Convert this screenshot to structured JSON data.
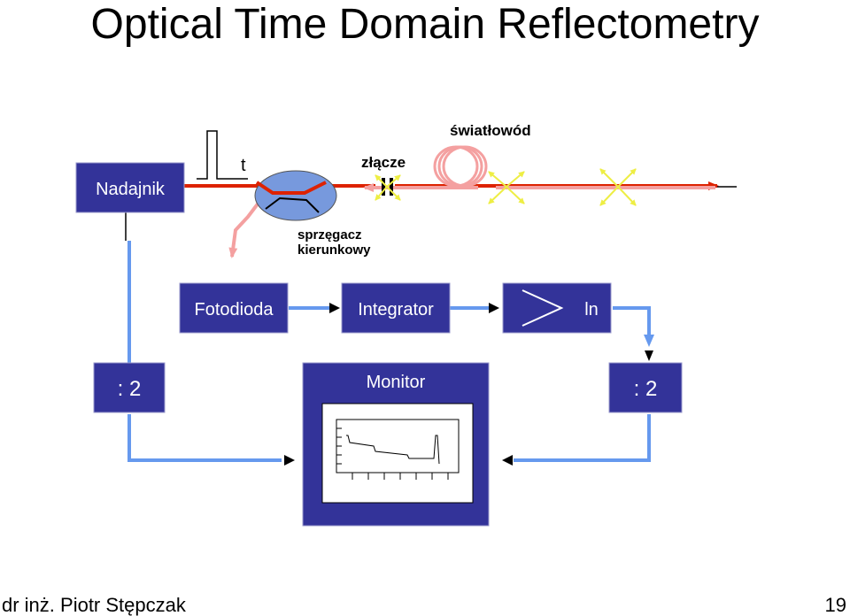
{
  "slide": {
    "title": "Optical Time Domain Reflectometry",
    "footer_author": "dr inż. Piotr Stępczak",
    "page_number": "19"
  },
  "diagram": {
    "boxes": {
      "transmitter": "Nadajnik",
      "photodiode": "Fotodioda",
      "integrator": "Integrator",
      "log_amp": "ln",
      "divider_left": ": 2",
      "divider_right": ": 2",
      "monitor": "Monitor"
    },
    "labels": {
      "pulse_time": "t",
      "connector": "złącze",
      "fiber": "światłowód",
      "coupler_line1": "sprzęgacz",
      "coupler_line2": "kierunkowy"
    },
    "colors": {
      "box_fill": "#333399",
      "forward_signal": "#dd2200",
      "backscatter": "#f4a0a0",
      "signal_line": "#6699ee",
      "coupler_fill": "#7799dd",
      "star_marks": "#eeee44"
    }
  }
}
